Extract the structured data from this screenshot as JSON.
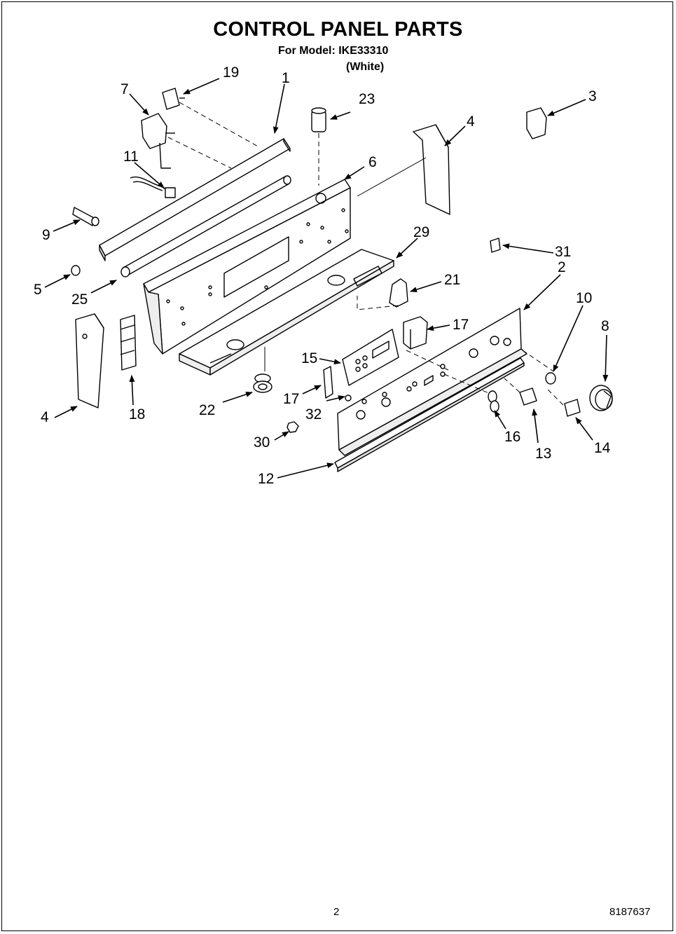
{
  "header": {
    "title": "CONTROL PANEL PARTS",
    "model_line": "For Model: IKE33310",
    "color_line": "(White)"
  },
  "diagram": {
    "callouts": {
      "c1": "1",
      "c2": "2",
      "c3": "3",
      "c4a": "4",
      "c4b": "4",
      "c5": "5",
      "c6": "6",
      "c7": "7",
      "c8": "8",
      "c9": "9",
      "c10": "10",
      "c11": "11",
      "c12": "12",
      "c13": "13",
      "c14": "14",
      "c15": "15",
      "c16": "16",
      "c17a": "17",
      "c17b": "17",
      "c18": "18",
      "c19": "19",
      "c21": "21",
      "c22": "22",
      "c23": "23",
      "c25": "25",
      "c29": "29",
      "c30": "30",
      "c31": "31",
      "c32": "32"
    }
  },
  "footer": {
    "page_number": "2",
    "doc_number": "8187637"
  }
}
